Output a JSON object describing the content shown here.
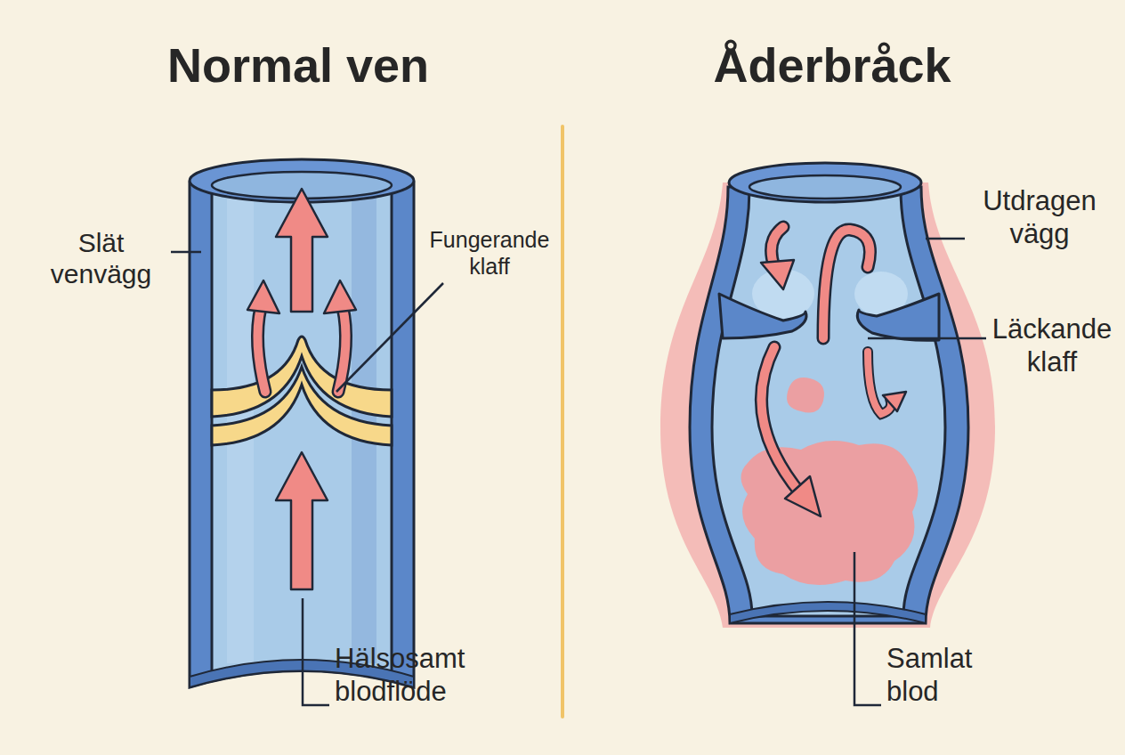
{
  "diagram": {
    "labels": [
      "Normal ven",
      "Åderbråck",
      "Slät venvägg",
      "Fungerande klaff",
      "Hälsosamt blodflöde",
      "Utdragen vägg",
      "Läckande klaff",
      "Samlat blod"
    ]
  }
}
